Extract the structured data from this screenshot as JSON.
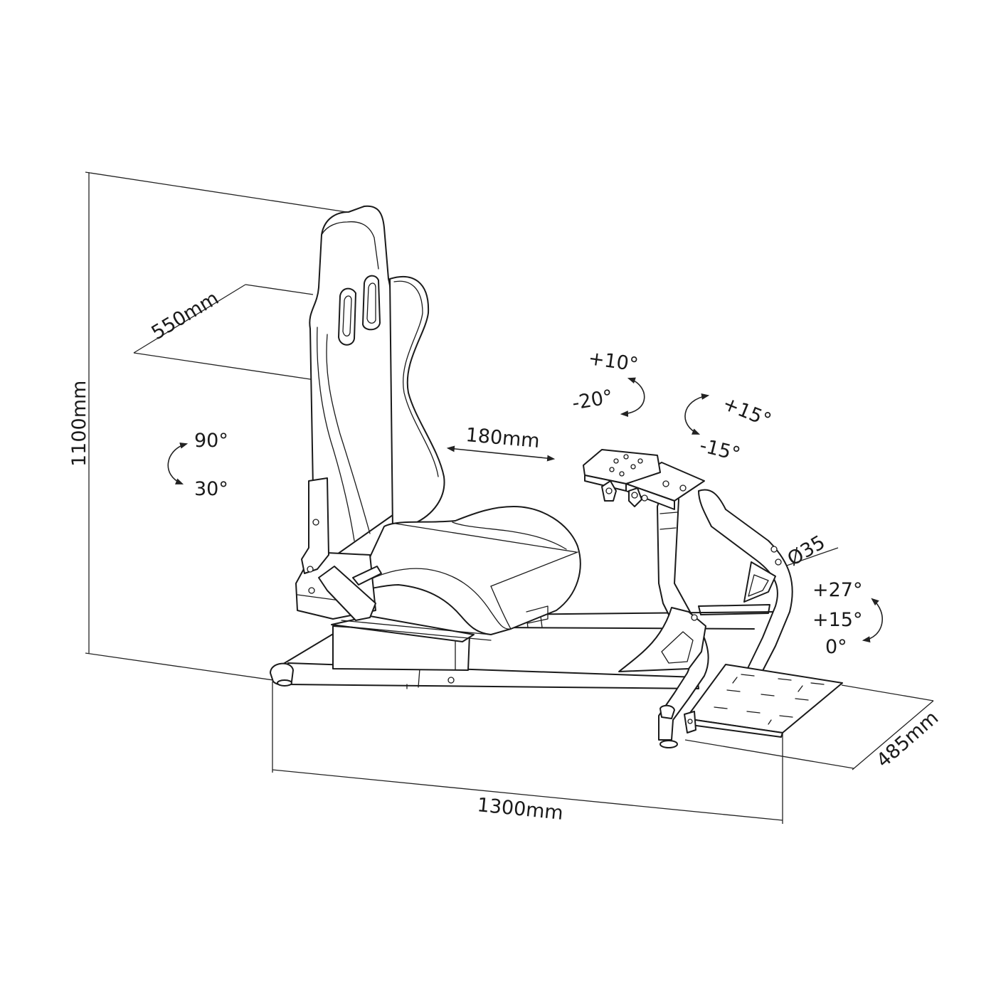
{
  "dimensions": {
    "height": "1100mm",
    "length": "1300mm",
    "seat_width": "550mm",
    "pedal_depth": "485mm",
    "seat_slide": "180mm",
    "tube_diameter": "Ø35"
  },
  "angles": {
    "backrest": [
      "90°",
      "30°"
    ],
    "wheel_tilt": [
      "+10°",
      "-20°"
    ],
    "wheel_rotation": [
      "+15°",
      "-15°"
    ],
    "pedal_tilt": [
      "+27°",
      "+15°",
      "0°"
    ]
  }
}
